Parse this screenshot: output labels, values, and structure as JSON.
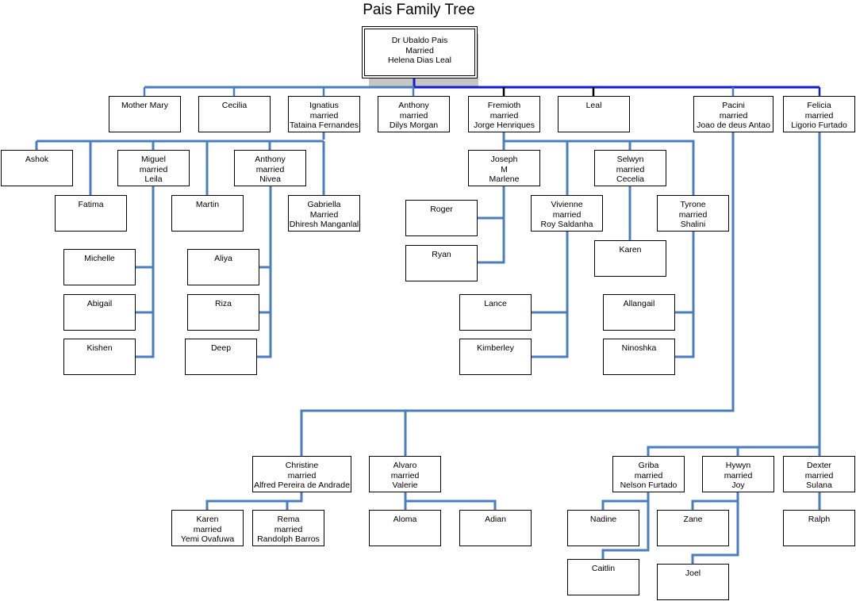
{
  "title": "Pais Family Tree",
  "colors": {
    "line": "#4a7ebf",
    "main_bar": "#1320c8",
    "dark_stub": "#000000",
    "shadow": "#c6c6c6"
  },
  "nodes": {
    "root": [
      "Dr Ubaldo Pais",
      "Married",
      "Helena Dias Leal"
    ],
    "mother_mary": [
      "Mother Mary"
    ],
    "cecilia": [
      "Cecilia"
    ],
    "ignatius": [
      "Ignatius",
      "married",
      "Tataina Fernandes"
    ],
    "anthony_dilys": [
      "Anthony",
      "married",
      "Dilys Morgan"
    ],
    "fremioth": [
      "Fremioth",
      "married",
      "Jorge Henriques"
    ],
    "leal": [
      "Leal"
    ],
    "pacini": [
      "Pacini",
      "married",
      "Joao de deus Antao"
    ],
    "felicia": [
      "Felicia",
      "married",
      "Ligorio Furtado"
    ],
    "ashok": [
      "Ashok"
    ],
    "fatima": [
      "Fatima"
    ],
    "miguel": [
      "Miguel",
      "married",
      "Leila"
    ],
    "martin": [
      "Martin"
    ],
    "anthony_nivea": [
      "Anthony",
      "married",
      "Nivea"
    ],
    "gabriella": [
      "Gabriella",
      "Married",
      "Dhiresh Manganlal"
    ],
    "michelle": [
      "Michelle"
    ],
    "abigail": [
      "Abigail"
    ],
    "kishen": [
      "Kishen"
    ],
    "aliya": [
      "Aliya"
    ],
    "riza": [
      "Riza"
    ],
    "deep": [
      "Deep"
    ],
    "joseph": [
      "Joseph",
      "M",
      "Marlene"
    ],
    "vivienne": [
      "Vivienne",
      "married",
      "Roy Saldanha"
    ],
    "selwyn": [
      "Selwyn",
      "married",
      "Cecelia"
    ],
    "tyrone": [
      "Tyrone",
      "married",
      "Shalini"
    ],
    "roger": [
      "Roger"
    ],
    "ryan": [
      "Ryan"
    ],
    "lance": [
      "Lance"
    ],
    "kimberley": [
      "Kimberley"
    ],
    "karen_selwyn": [
      "Karen"
    ],
    "allangail": [
      "Allangail"
    ],
    "ninoshka": [
      "Ninoshka"
    ],
    "christine": [
      "Christine",
      "married",
      "Alfred Pereira de Andrade"
    ],
    "alvaro": [
      "Alvaro",
      "married",
      "Valerie"
    ],
    "karen_yemi": [
      "Karen",
      "married",
      "Yemi Ovafuwa"
    ],
    "rema": [
      "Rema",
      "married",
      "Randolph Barros"
    ],
    "aloma": [
      "Aloma"
    ],
    "adian": [
      "Adian"
    ],
    "griba": [
      "Griba",
      "married",
      "Nelson Furtado"
    ],
    "hywyn": [
      "Hywyn",
      "married",
      "Joy"
    ],
    "dexter": [
      "Dexter",
      "married",
      "Sulana"
    ],
    "nadine": [
      "Nadine"
    ],
    "caitlin": [
      "Caitlin"
    ],
    "zane": [
      "Zane"
    ],
    "joel": [
      "Joel"
    ],
    "ralph": [
      "Ralph"
    ]
  }
}
